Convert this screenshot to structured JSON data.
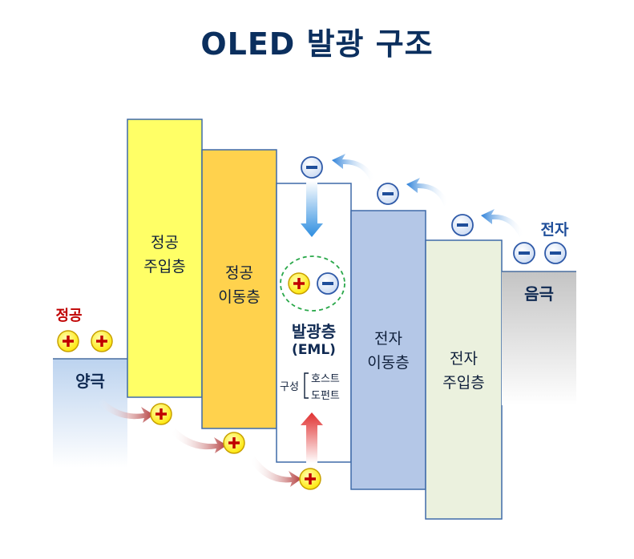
{
  "title": "OLED 발광 구조",
  "layers": {
    "anode": {
      "label": "양극"
    },
    "hil": {
      "line1": "정공",
      "line2": "주입층"
    },
    "htl": {
      "line1": "정공",
      "line2": "이동층"
    },
    "eml": {
      "name": "발광층",
      "abbr": "(EML)",
      "composition_label": "구성",
      "host": "호스트",
      "dopant": "도펀트"
    },
    "etl": {
      "line1": "전자",
      "line2": "이동층"
    },
    "eil": {
      "line1": "전자",
      "line2": "주입층"
    },
    "cathode": {
      "label": "음극"
    }
  },
  "carriers": {
    "hole_label": "정공",
    "electron_label": "전자"
  },
  "colors": {
    "title": "#0b2f5e",
    "anode": "#c5d9f1",
    "hil": "#ffff66",
    "htl": "#ffd14d",
    "etl": "#b4c7e7",
    "eil": "#ebf1de",
    "cathode": "#d0d0d0",
    "hole": "#c00000",
    "electron": "#1f4e9a"
  }
}
